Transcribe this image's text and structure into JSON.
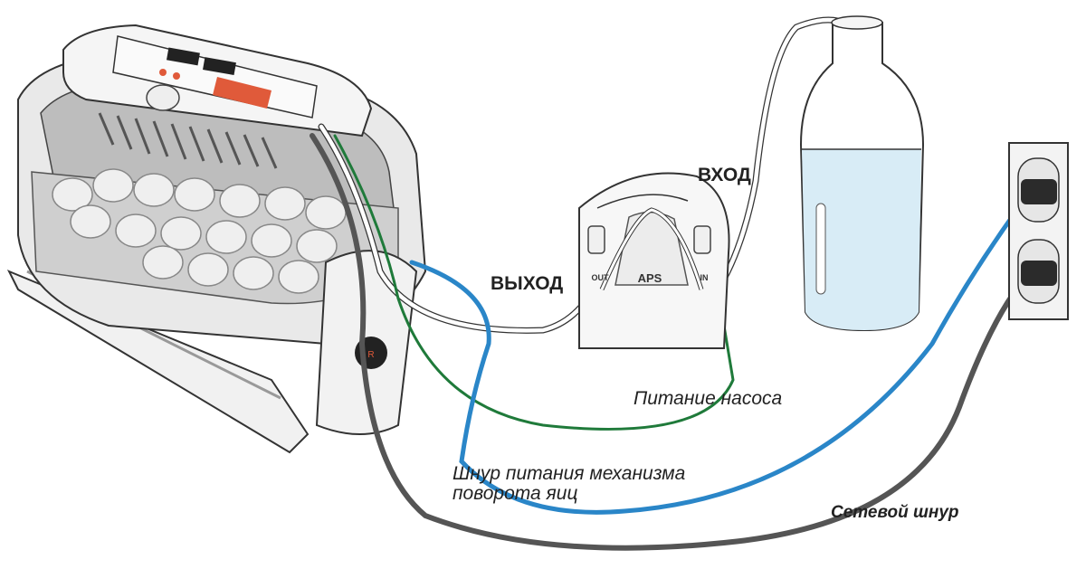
{
  "labels": {
    "vyhod": "ВЫХОД",
    "vhod": "ВХОД",
    "pump_power": "Питание насоса",
    "turner_line1": "Шнур питания механизма",
    "turner_line2": "поворота яиц",
    "mains": "Сетевой шнур"
  },
  "device": {
    "pump_logo": "APS",
    "port_out": "OUT",
    "port_in": "IN"
  },
  "colors": {
    "green_cord": "#1f7a3a",
    "blue_cord": "#2a86c8",
    "gray_cord": "#555555",
    "tube": "#ffffff",
    "water": "#d8ecf6",
    "panel_red": "#e05a3a"
  }
}
